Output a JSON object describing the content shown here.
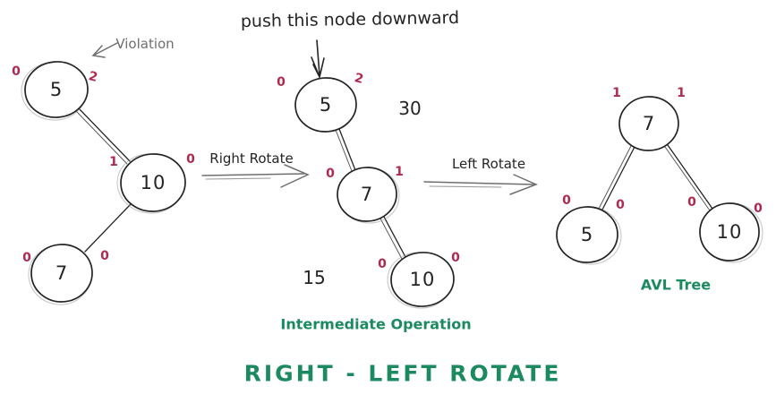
{
  "colors": {
    "ink": "#242424",
    "accent_red": "#b02a50",
    "accent_green": "#1b8a60",
    "muted_gray": "#6f6f6f",
    "paper": "#ffffff"
  },
  "annotations": {
    "push_down_label": "push this node downward",
    "violation_label": "Violation",
    "right_rotate_label": "Right Rotate",
    "left_rotate_label": "Left Rotate",
    "intermediate_label": "Intermediate Operation",
    "avl_label": "AVL Tree",
    "title": "RIGHT - LEFT ROTATE"
  },
  "extra_numbers": {
    "upper": "30",
    "lower": "15"
  },
  "trees": {
    "initial": {
      "nodes": [
        {
          "value": "5"
        },
        {
          "value": "10"
        },
        {
          "value": "7"
        }
      ],
      "marks": [
        "0",
        "2",
        "1",
        "0",
        "0",
        "0"
      ]
    },
    "intermediate": {
      "nodes": [
        {
          "value": "5"
        },
        {
          "value": "7"
        },
        {
          "value": "10"
        }
      ],
      "marks": [
        "0",
        "2",
        "0",
        "1",
        "0",
        "0"
      ]
    },
    "final": {
      "nodes": [
        {
          "value": "7"
        },
        {
          "value": "5"
        },
        {
          "value": "10"
        }
      ],
      "marks": [
        "1",
        "1",
        "0",
        "0",
        "0",
        "0"
      ]
    }
  }
}
